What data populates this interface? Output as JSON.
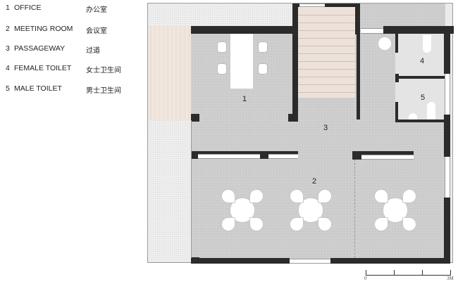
{
  "legend": [
    {
      "num": "1",
      "en": "OFFICE",
      "zh": "办公室"
    },
    {
      "num": "2",
      "en": "MEETING ROOM",
      "zh": "会议室"
    },
    {
      "num": "3",
      "en": "PASSAGEWAY",
      "zh": "过道"
    },
    {
      "num": "4",
      "en": "FEMALE TOILET",
      "zh": "女士卫生间"
    },
    {
      "num": "5",
      "en": "MALE TOILET",
      "zh": "男士卫生间"
    }
  ],
  "rooms": {
    "office": "1",
    "meeting": "2",
    "passage": "3",
    "female_toilet": "4",
    "male_toilet": "5"
  },
  "scale": {
    "start": "0",
    "end": "3M"
  },
  "colors": {
    "wall": "#2b2b2b",
    "floor": "#cfcfcf",
    "wood": "#ede2da",
    "exterior": "#eeeeee"
  }
}
